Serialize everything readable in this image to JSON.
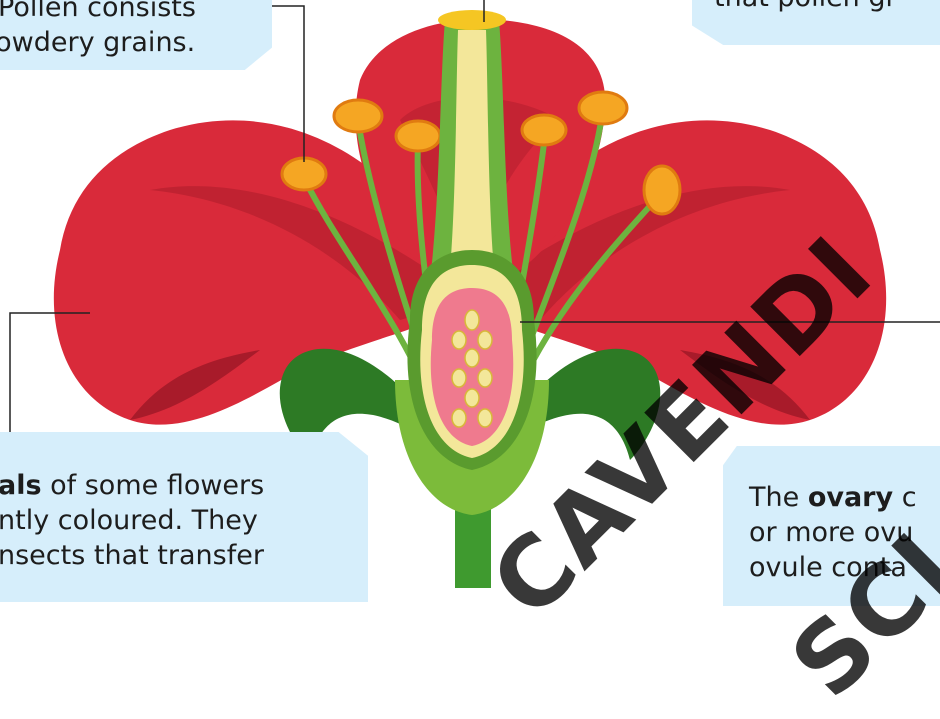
{
  "labels": {
    "pollen": {
      "line1": "Pollen consists",
      "line2": "powdery grains."
    },
    "top_right": {
      "line1": "that pollen gr"
    },
    "petals": {
      "line1_bold": "als",
      "line1_rest": " of some flowers",
      "line2": "ntly coloured. They",
      "line3": "nsects that transfer"
    },
    "ovary": {
      "line1_pre": "The ",
      "line1_bold": "ovary",
      "line1_rest": " c",
      "line2": "or more ovu",
      "line3": "ovule conta"
    }
  },
  "watermark": {
    "line1": "CAVENDI",
    "line2": "SCI"
  },
  "colors": {
    "label_bg": "#d6eefb",
    "petal": "#d92a3a",
    "petal_dark": "#a81b2a",
    "anther": "#f5a623",
    "stem": "#3f9a2f",
    "ovary": "#ef7a8e",
    "style": "#f3e79a"
  }
}
